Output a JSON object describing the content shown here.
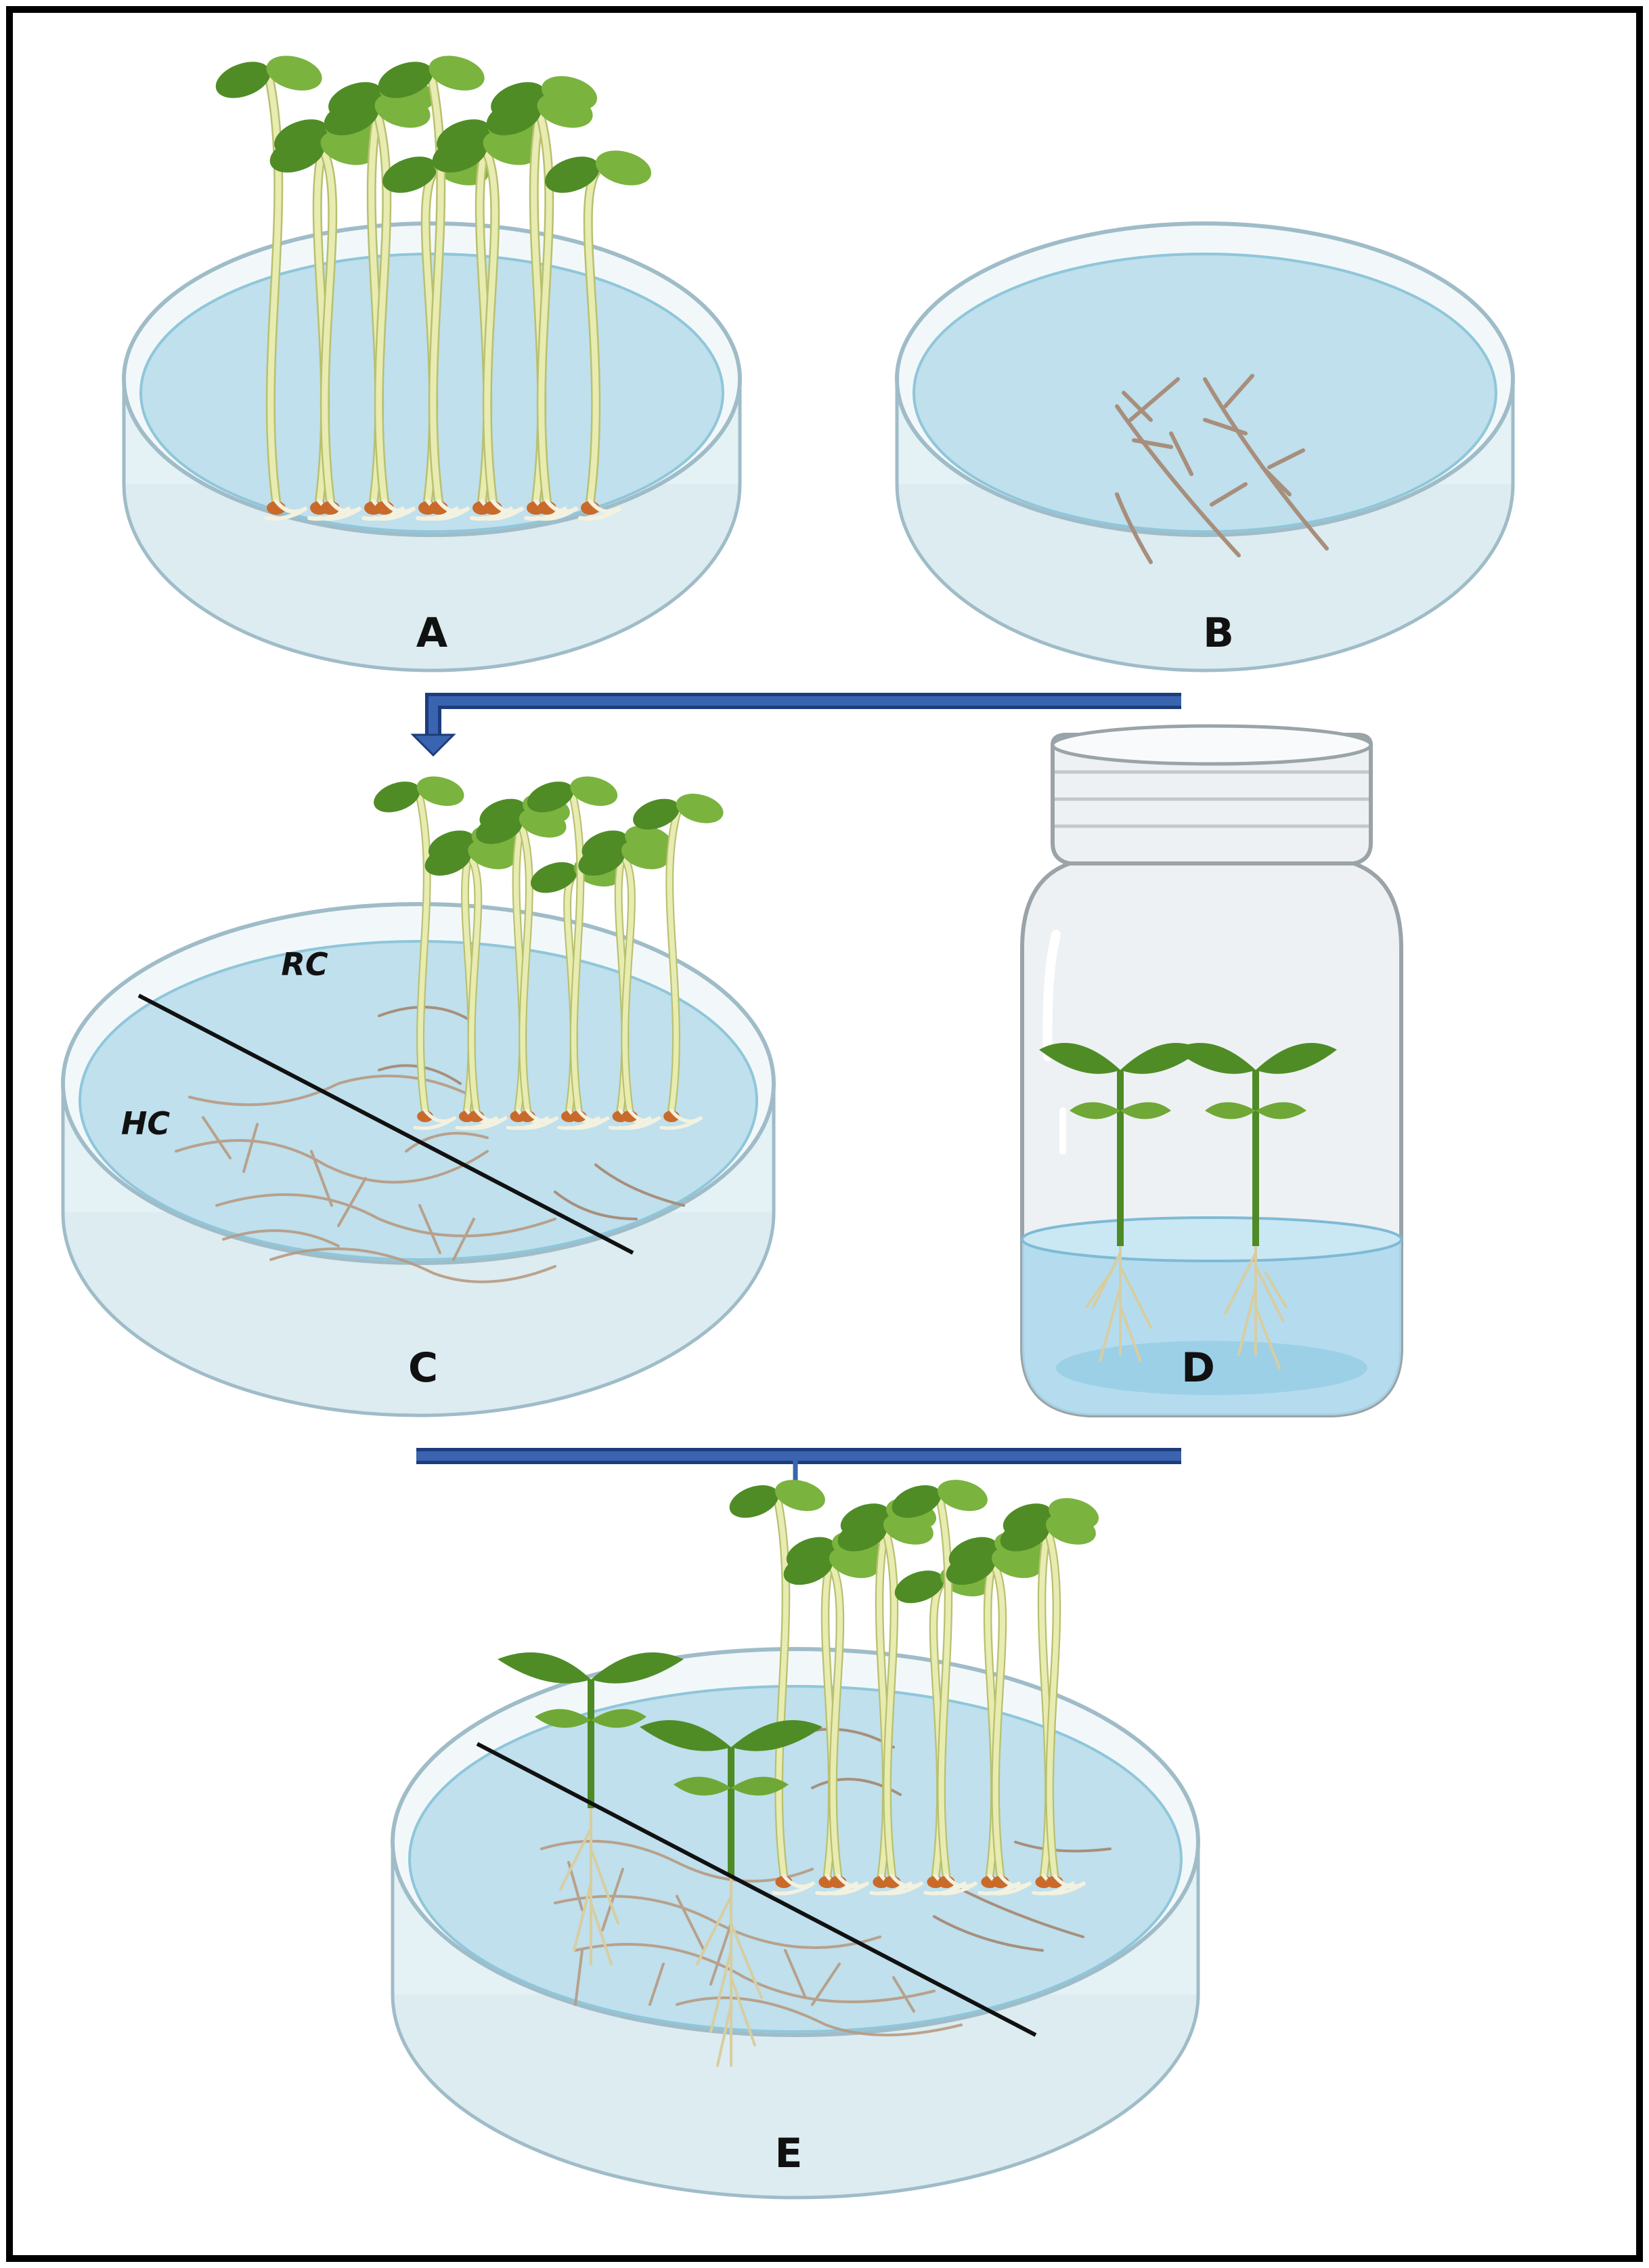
{
  "panels": {
    "a": {
      "label": "A"
    },
    "b": {
      "label": "B"
    },
    "c": {
      "label": "C",
      "zone_upper": "RC",
      "zone_lower": "HC"
    },
    "d": {
      "label": "D"
    },
    "e": {
      "label": "E"
    }
  },
  "colors": {
    "frame": "#000000",
    "dish_rim": "#c9dde4",
    "dish_wall": "#e2f1f4",
    "medium": "#bfe0ec",
    "medium_edge": "#8fc6da",
    "stem": "#e8ecb0",
    "stem_edge": "#b8c070",
    "cotyledon": "#7ab33e",
    "cotyledon_dark": "#4f8c26",
    "seed": "#c96a2b",
    "host_root": "#a88e7c",
    "parasite_root": "#b89a82",
    "jar_glass": "#eef1f3",
    "jar_edge": "#9aa3a8",
    "water": "#a9d8ec",
    "arrow": "#3a64b0",
    "arrow_edge": "#1d3c7a",
    "divider": "#111111"
  }
}
